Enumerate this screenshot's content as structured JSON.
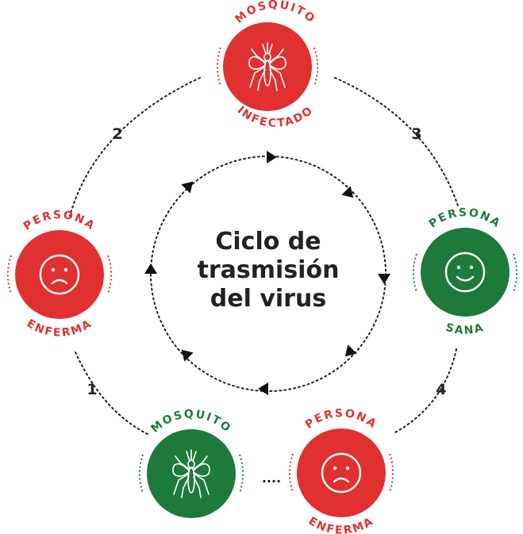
{
  "colors": {
    "red": "#e03030",
    "green": "#1e7a3a",
    "dark": "#222222",
    "white": "#ffffff"
  },
  "center": {
    "line1": "Ciclo de",
    "line2": "trasmisión",
    "line3": "del virus"
  },
  "nodes": {
    "mosquito_infected": {
      "top_label": "MOSQUITO",
      "bottom_label": "INFECTADO",
      "icon": "mosquito-icon",
      "color": "red"
    },
    "person_sick_left": {
      "top_label": "PERSONA",
      "bottom_label": "ENFERMA",
      "icon": "sad-face-icon",
      "color": "red"
    },
    "person_healthy": {
      "top_label": "PERSONA",
      "bottom_label": "SANA",
      "icon": "happy-face-icon",
      "color": "green"
    },
    "mosquito_healthy": {
      "top_label": "MOSQUITO",
      "bottom_label": "",
      "icon": "mosquito-icon",
      "color": "green"
    },
    "person_sick_bottom": {
      "top_label": "PERSONA",
      "bottom_label": "ENFERMA",
      "icon": "sad-face-icon",
      "color": "red"
    }
  },
  "steps": [
    "1",
    "2",
    "3",
    "4"
  ],
  "connector": "...."
}
